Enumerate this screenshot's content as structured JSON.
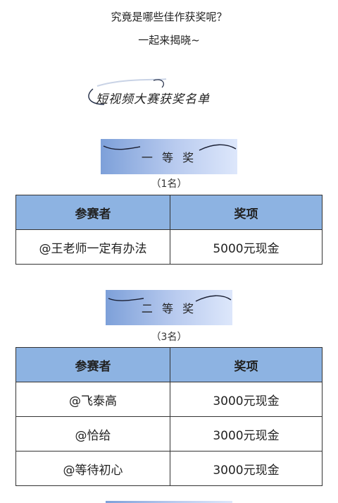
{
  "intro": {
    "line1": "究竟是哪些佳作获奖呢？",
    "line2": "一起来揭晓~"
  },
  "title": "短视频大赛获奖名单",
  "colors": {
    "header_bg": "#8db3e2",
    "banner_start": "#7da0d9",
    "banner_end": "#dde7fb"
  },
  "sections": [
    {
      "banner": "一 等 奖",
      "count": "（1名）",
      "headers": [
        "参赛者",
        "奖项"
      ],
      "rows": [
        [
          "@王老师一定有办法",
          "5000元现金"
        ]
      ]
    },
    {
      "banner": "二 等 奖",
      "count": "（3名）",
      "headers": [
        "参赛者",
        "奖项"
      ],
      "rows": [
        [
          "@飞泰高",
          "3000元现金"
        ],
        [
          "@恰给",
          "3000元现金"
        ],
        [
          "@等待初心",
          "3000元现金"
        ]
      ]
    }
  ]
}
